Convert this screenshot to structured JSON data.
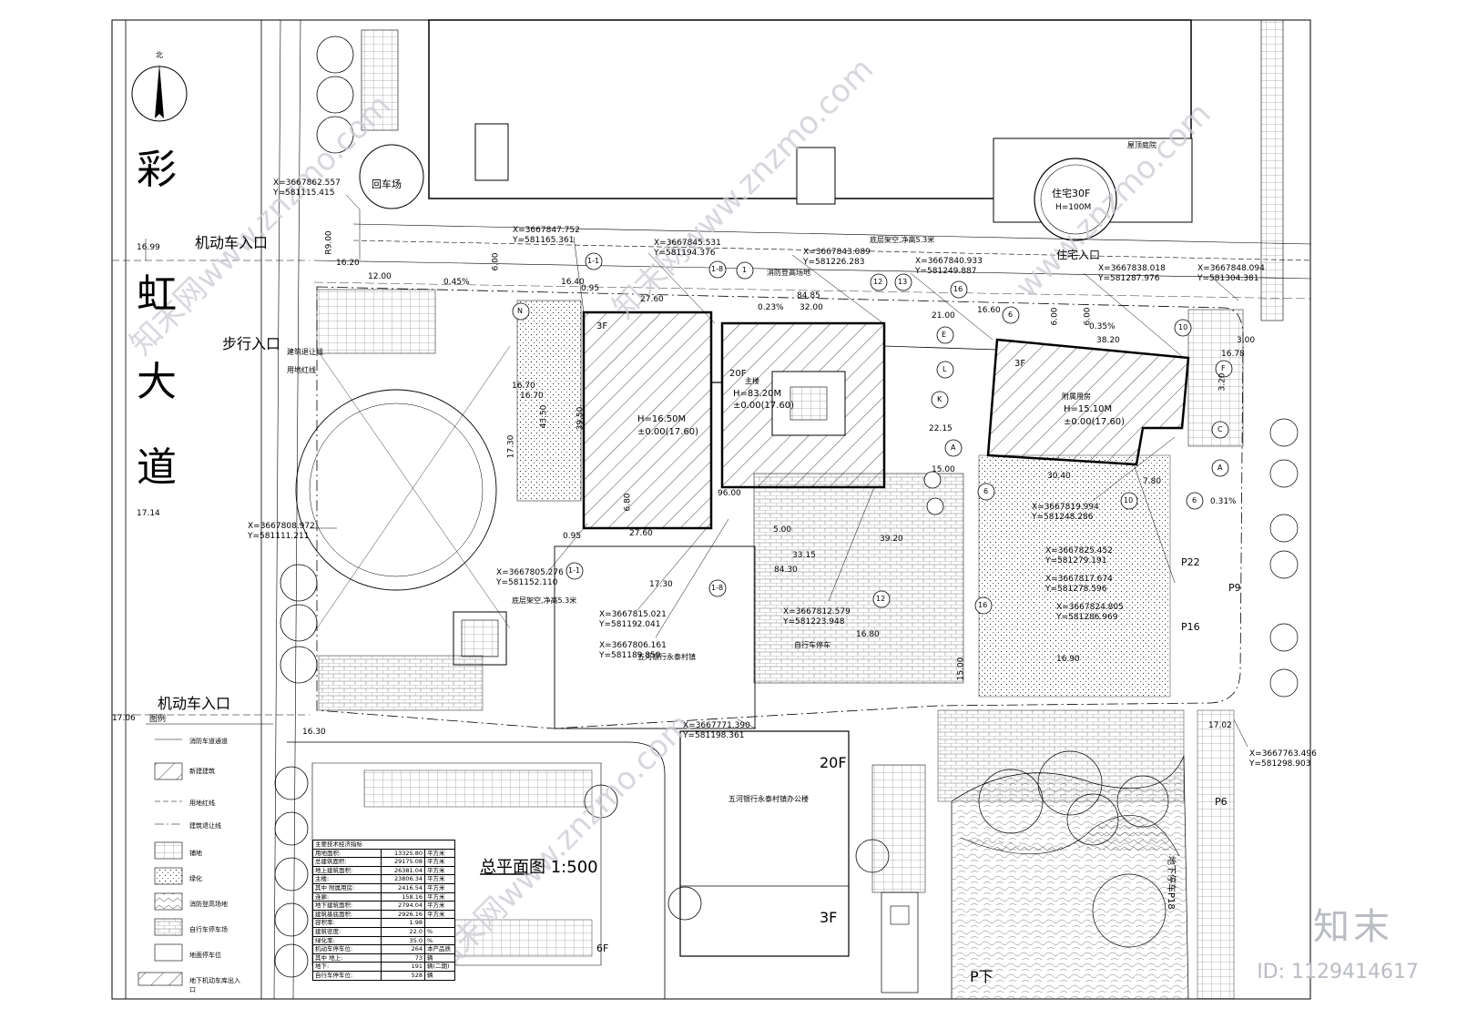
{
  "road": {
    "name_chars": [
      "彩",
      "虹",
      "大",
      "道"
    ]
  },
  "north_label": "北",
  "entrances": {
    "vehicle_top": "机动车入口",
    "vehicle_bottom": "机动车入口",
    "pedestrian": "步行入口",
    "residential": "住宅入口"
  },
  "labels": {
    "turnaround": "回车场",
    "tower_residential": "住宅30F",
    "tower_residential_h": "H=100M",
    "roof_garden": "屋顶庭院",
    "main_tower_name": "主楼",
    "main_tower_floors": "20F",
    "main_tower_h": "H=83.20M",
    "main_tower_level": "±0.00(17.60)",
    "podium_floors": "3F",
    "podium_h": "H=16.50M",
    "podium_level": "±0.00(17.60)",
    "annex_floors": "3F",
    "annex_name": "附属用房",
    "annex_h": "H=15.10M",
    "annex_level": "±0.00(17.60)",
    "stilt_a": "底层架空,净高5.3米",
    "stilt_b": "底层架空,净高5.3米",
    "fire_road": "消防登高场地",
    "build_line": "建筑退让线",
    "red_line": "用地红线",
    "bike_parking": "自行车停车",
    "bank_town": "五河银行永泰村镇",
    "office_bldg": "五河银行永泰村镇办公楼",
    "office_floors": "20F",
    "office_podium": "3F",
    "p_down": "P下",
    "p22": "P22",
    "p16": "P16",
    "p9": "P9",
    "p6": "P6",
    "p18": "地下停车P18",
    "six_f": "6F",
    "legend_title": "图例",
    "plan_title": "总平面图",
    "plan_scale": "1:500"
  },
  "coords": [
    {
      "x": "X=3667862.557",
      "y": "Y=581115.415"
    },
    {
      "x": "X=3667847.752",
      "y": "Y=581165.361"
    },
    {
      "x": "X=3667845.531",
      "y": "Y=581194.376"
    },
    {
      "x": "X=3667843.089",
      "y": "Y=581226.283"
    },
    {
      "x": "X=3667840.933",
      "y": "Y=581249.887"
    },
    {
      "x": "X=3667838.018",
      "y": "Y=581287.976"
    },
    {
      "x": "X=3667848.094",
      "y": "Y=581304.381"
    },
    {
      "x": "X=3667808.972",
      "y": "Y=581111.211"
    },
    {
      "x": "X=3667805.276",
      "y": "Y=581152.110"
    },
    {
      "x": "X=3667815.021",
      "y": "Y=581192.041"
    },
    {
      "x": "X=3667806.161",
      "y": "Y=581189.859"
    },
    {
      "x": "X=3667812.579",
      "y": "Y=581223.948"
    },
    {
      "x": "X=3667819.994",
      "y": "Y=581248.286"
    },
    {
      "x": "X=3667825.452",
      "y": "Y=581279.191"
    },
    {
      "x": "X=3667817.674",
      "y": "Y=581278.596"
    },
    {
      "x": "X=3667824.805",
      "y": "Y=581286.969"
    },
    {
      "x": "X=3667771.390",
      "y": "Y=581198.361"
    },
    {
      "x": "X=3667763.496",
      "y": "Y=581298.903"
    }
  ],
  "elevations": [
    "16.99",
    "17.14",
    "17.06",
    "16.30",
    "16.20",
    "17.02",
    "16.78",
    "16.60",
    "16.80",
    "16.90",
    "16.70",
    "16.40"
  ],
  "dimensions": [
    "12.00",
    "0.45%",
    "6.00",
    "27.60",
    "84.85",
    "0.23%",
    "32.00",
    "21.00",
    "6.00",
    "0.35%",
    "38.20",
    "3.00",
    "16.70",
    "17.30",
    "39.50",
    "43.50",
    "96.00",
    "30.40",
    "7.80",
    "0.31%",
    "27.60",
    "33.15",
    "84.30",
    "39.20",
    "5.00",
    "17.30",
    "6.80",
    "15.00",
    "22.15",
    "15.00",
    "3.20",
    "6.00",
    "0.95",
    "0.95",
    "R9.00"
  ],
  "axes": [
    "1-1",
    "1-8",
    "1",
    "12",
    "13",
    "16",
    "N",
    "E",
    "L",
    "K",
    "A",
    "6",
    "10",
    "F",
    "C",
    "A",
    "1-8",
    "1-1",
    "12",
    "16",
    "6",
    "10",
    "6"
  ],
  "legend": [
    {
      "label": "消防车道通道"
    },
    {
      "label": "新建建筑"
    },
    {
      "label": "用地红线"
    },
    {
      "label": "建筑退让线"
    },
    {
      "label": "铺地"
    },
    {
      "label": "绿化"
    },
    {
      "label": "消防登高场地"
    },
    {
      "label": "自行车停车场"
    },
    {
      "label": "地面停车位"
    },
    {
      "label": "地下机动车库出入口"
    }
  ],
  "tech_table": {
    "title": "主要技术经济指标",
    "rows": [
      [
        "用地面积:",
        "13325.80",
        "平方米"
      ],
      [
        "总建筑面积:",
        "29175.08",
        "平方米"
      ],
      [
        "地上建筑面积:",
        "26381.04",
        "平方米"
      ],
      [
        "  主楼:",
        "23806.34",
        "平方米"
      ],
      [
        "其中 附属用房:",
        "2416.54",
        "平方米"
      ],
      [
        "  连廊:",
        "158.16",
        "平方米"
      ],
      [
        "地下建筑面积:",
        "2794.04",
        "平方米"
      ],
      [
        "建筑基底面积:",
        "2926.16",
        "平方米"
      ],
      [
        "容积率:",
        "1.98",
        ""
      ],
      [
        "建筑密度:",
        "22.0",
        "%"
      ],
      [
        "绿化率:",
        "35.0",
        "%"
      ],
      [
        "机动车停车位:",
        "264",
        "辆"
      ],
      [
        "其中 地上:",
        "73",
        "辆"
      ],
      [
        "  地下:",
        "191",
        "辆(二期)"
      ],
      [
        "自行车停车位:",
        "528",
        "辆"
      ]
    ],
    "note": "本产品质量检测"
  },
  "watermarks": [
    "知末网www.znzmo.com",
    "知末网www.znzmo.com",
    "www.znzmo.com",
    "知末网www.znzmo.com"
  ],
  "brand": "知末",
  "id_tag": "ID: 1129414617"
}
